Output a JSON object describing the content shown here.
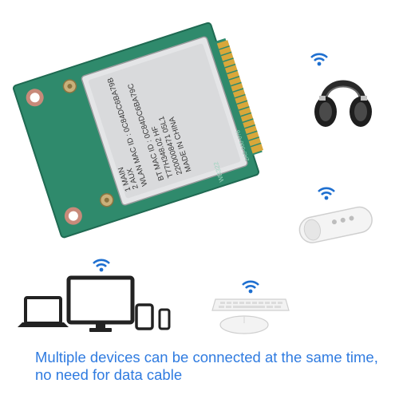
{
  "card": {
    "main_label": "1 MAIN",
    "aux_label": "2 AUX",
    "wlan_mac": "WLAN MAC ID : 0C84DC6BA79B",
    "bt_mac": "BT MAC ID : 0C84DC6BA79C",
    "model": "T77H348.02  HF",
    "part": "2200008471  05L1",
    "origin": "MADE IN CHINA",
    "pcb_code_1": "WB322",
    "pcb_code_2": "2A0-000-078"
  },
  "caption": {
    "line1": "Multiple devices can be connected at the same time,",
    "line2": "no need for data cable"
  },
  "colors": {
    "pcb_green": "#2f8a6c",
    "label_silver": "#d9dadc",
    "wifi_blue": "#1e6fd0",
    "caption_blue": "#2f7be0"
  },
  "icons": [
    "wifi-icon",
    "headphones-icon",
    "bluetooth-speaker-icon",
    "desktop-monitor-icon",
    "laptop-icon",
    "tablet-icon",
    "phone-icon",
    "keyboard-icon",
    "mouse-icon"
  ]
}
